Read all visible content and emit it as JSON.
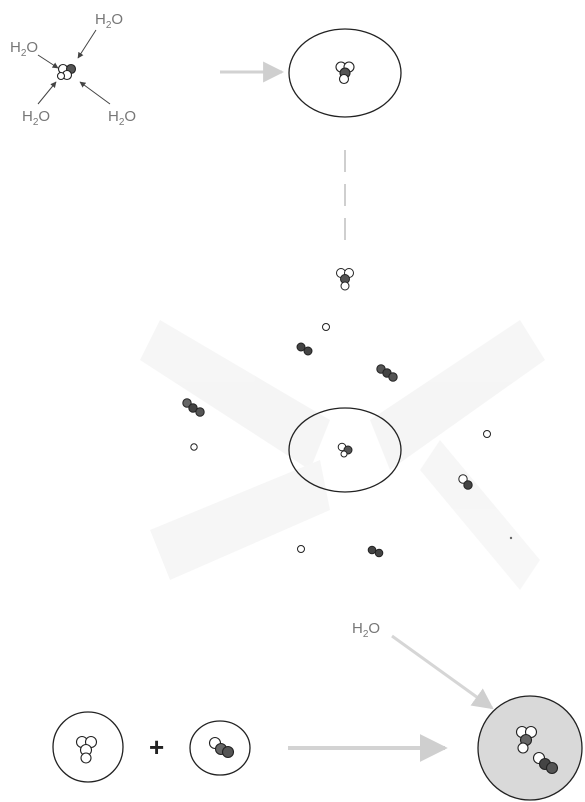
{
  "labels": {
    "water_top_right": "H2O",
    "water_top_left": "H2O",
    "water_bottom_left": "H2O",
    "water_bottom_right": "H2O",
    "water_lower": "H2O",
    "plus_sign": "+"
  },
  "colors": {
    "ink": "#222222",
    "label_gray": "#777777",
    "arrow_faint": "#cccccc",
    "shading": "#e6e6e6",
    "solvated_fill": "#d8d8d8",
    "dark_atom": "#4a4a4a"
  }
}
